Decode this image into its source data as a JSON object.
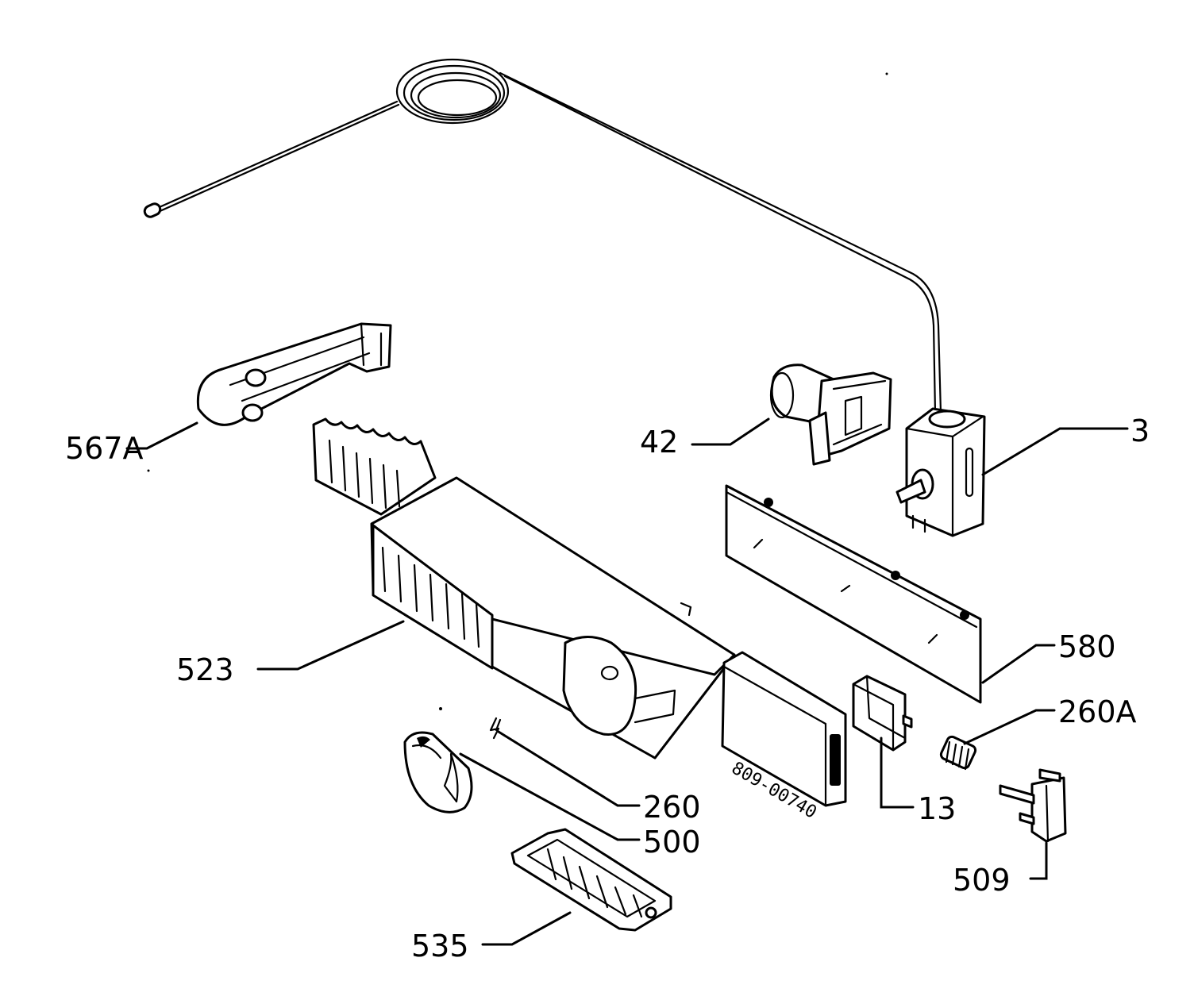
{
  "callouts": {
    "p3": "3",
    "p42": "42",
    "p567A": "567A",
    "p523": "523",
    "p580": "580",
    "p260A": "260A",
    "p13": "13",
    "p260": "260",
    "p500": "500",
    "p509": "509",
    "p535": "535"
  },
  "housing_stamp": "809-00740"
}
